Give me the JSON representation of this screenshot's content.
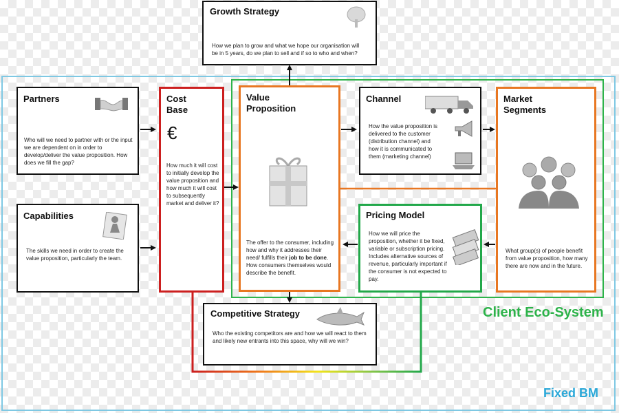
{
  "growth": {
    "title": "Growth Strategy",
    "text": "How we plan to grow and what we hope our organisation will be in 5 years, do we plan to sell and if so to who and when?"
  },
  "partners": {
    "title": "Partners",
    "text": "Who will we need to partner with or the input we are dependent on in order to develop/deliver the value proposition. How does we fill the gap?"
  },
  "capabilities": {
    "title": "Capabilities",
    "text": "The skills we need in order to create the value proposition, particularly the team."
  },
  "cost": {
    "title": "Cost Base",
    "symbol": "€",
    "text": "How much it will cost to initially develop the value proposition and how much it will cost to subsequently market and deliver it?"
  },
  "value": {
    "title": "Value Proposition",
    "text_before": "The offer to the consumer, including how and why it addresses their need/ fulfills their ",
    "text_bold": "job to be done",
    "text_after": ". How consumers themselves would describe the benefit."
  },
  "channel": {
    "title": "Channel",
    "text": "How the value proposition is delivered to the customer (distribution channel) and how it is communicated to them (marketing channel)"
  },
  "market": {
    "title": "Market Segments",
    "text": "What group(s) of people benefit from value proposition, how many there are now and in the future."
  },
  "pricing": {
    "title": "Pricing Model",
    "text": "How we will price the proposition, whether it be fixed, variable or subscription pricing. Includes alternative sources of revenue, particularly important if the consumer is not expected to pay."
  },
  "competitive": {
    "title": "Competitive Strategy",
    "text": "Who the existing competitors are and how we will react to them and likely new entrants into this space, why will we win?"
  },
  "labels": {
    "client_ecosystem": "Client Eco-System",
    "fixed_bm": "Fixed BM"
  },
  "colors": {
    "fixed_bm_frame": "#7ec8e3",
    "client_ecosystem": "#2db34a",
    "cost_base": "#cc1f1f",
    "value_proposition": "#e87722",
    "market_segments": "#e87722",
    "pricing_model": "#22a84a",
    "fixed_bm_text": "#2aa8d8"
  },
  "icons": {
    "growth": "tree-icon",
    "partners": "handshake-icon",
    "capabilities": "person-figure-icon",
    "value": "gift-box-icon",
    "channel": [
      "delivery-truck-icon",
      "megaphone-icon",
      "laptop-icon"
    ],
    "market": "people-group-icon",
    "pricing": "money-stack-icon",
    "competitive": "shark-icon"
  }
}
